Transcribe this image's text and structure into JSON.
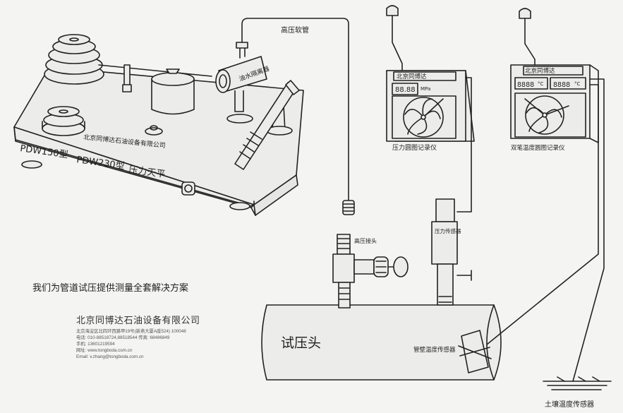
{
  "labels": {
    "company_on_device": "北京同博达石油设备有限公司",
    "model_a": "PDW150型",
    "model_b": "PDW230型",
    "device_name": "压力天平",
    "high_pressure_hose": "高压软管",
    "oil_water_separator": "油水隔离器",
    "quick_connector": "高压接头",
    "pressure_sensor": "压力传感器",
    "pressure_recorder_title": "北京同博达",
    "pressure_recorder_unit": "MPa",
    "pressure_recorder_reading": "88.88",
    "pressure_recorder": "压力圆图记录仪",
    "temp_recorder_title": "北京同博达",
    "temp_recorder_unit_1": "°C",
    "temp_recorder_unit_2": "°C",
    "temp_recorder_reading_1": "8888",
    "temp_recorder_reading_2": "8888",
    "temp_recorder": "双笔温度圆图记录仪",
    "test_head": "试压头",
    "pipe_wall_sensor": "管壁温度传感器",
    "soil_sensor": "土壤温度传感器",
    "slogan": "我们为管道试压提供测量全套解决方案"
  },
  "contact": {
    "company": "北京同博达石油设备有限公司",
    "lines": [
      "北京海淀区北四环西路甲19号(新燕大厦A座524)  100048",
      "电话: 010-88518724,88518544  传真: 68486849",
      "手机: 13601219594",
      "网址:       www.tongboda.com.cn",
      "Email:     v.zhang@tongboda.com.cn"
    ]
  }
}
